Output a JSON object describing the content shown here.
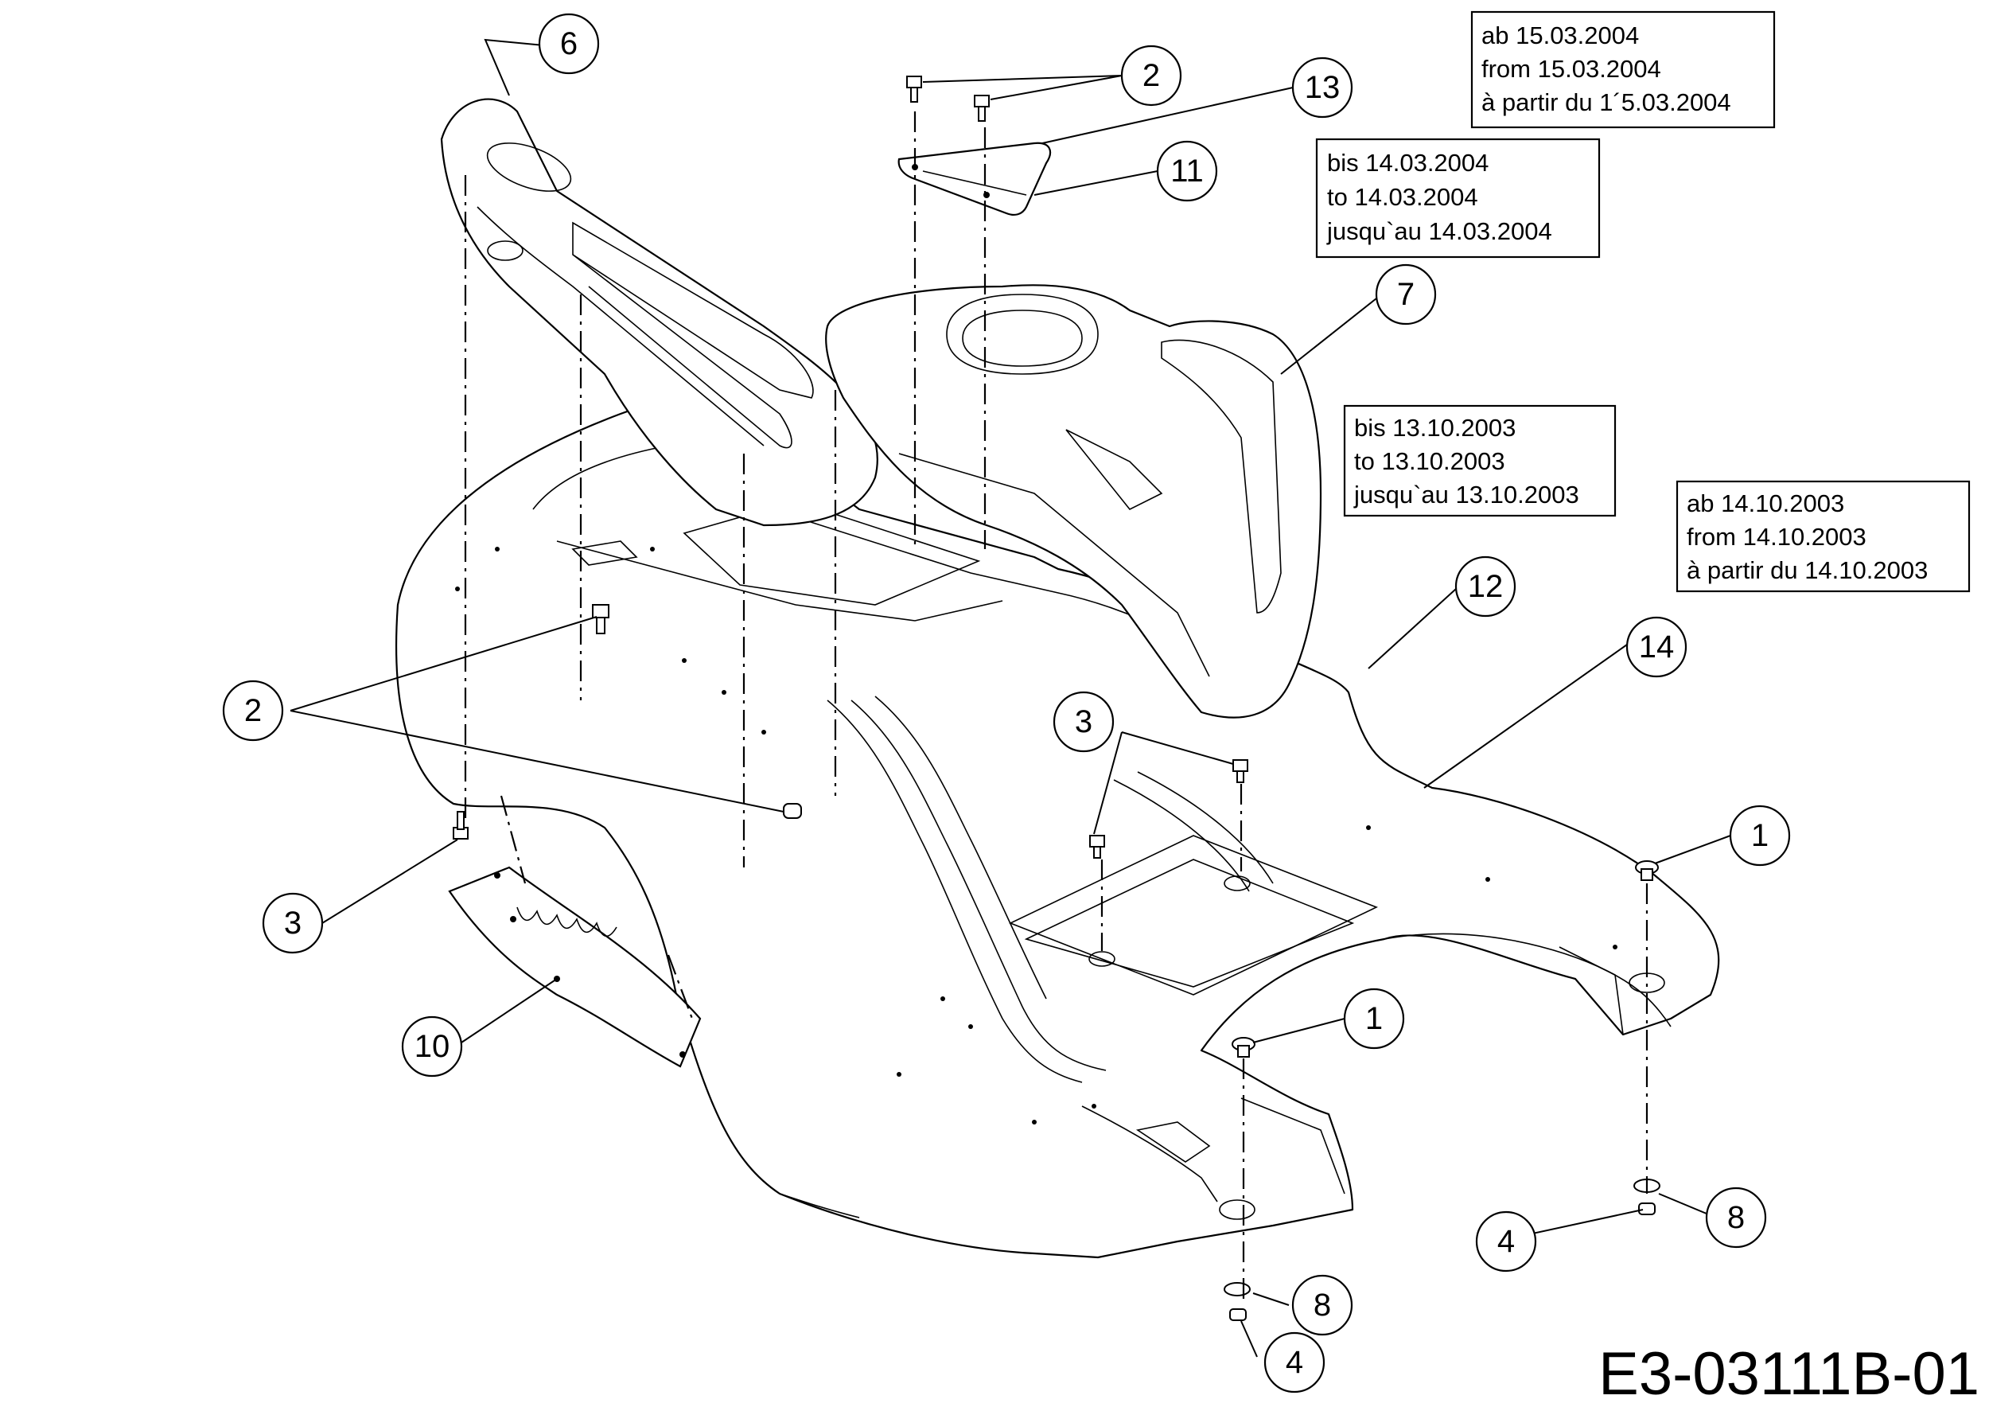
{
  "diagram_id": "E3-03111B-01",
  "callouts": [
    {
      "label": "6",
      "part": "dashboard-console"
    },
    {
      "label": "2",
      "part": "screw-top"
    },
    {
      "label": "13",
      "part": "bracket-new"
    },
    {
      "label": "11",
      "part": "bracket-old"
    },
    {
      "label": "7",
      "part": "fuel-tank-cover"
    },
    {
      "label": "12",
      "part": "body-old"
    },
    {
      "label": "14",
      "part": "body-new"
    },
    {
      "label": "2",
      "part": "screw-left"
    },
    {
      "label": "3",
      "part": "screw-mid"
    },
    {
      "label": "3",
      "part": "screw-left-bottom"
    },
    {
      "label": "1",
      "part": "plug-right"
    },
    {
      "label": "1",
      "part": "plug-center"
    },
    {
      "label": "10",
      "part": "heat-shield"
    },
    {
      "label": "8",
      "part": "washer-right"
    },
    {
      "label": "4",
      "part": "nut-right"
    },
    {
      "label": "8",
      "part": "washer-bottom"
    },
    {
      "label": "4",
      "part": "nut-bottom"
    }
  ],
  "notes": [
    {
      "lines": [
        "ab 15.03.2004",
        "from 15.03.2004",
        "à partir du 1´5.03.2004"
      ]
    },
    {
      "lines": [
        "bis 14.03.2004",
        "to 14.03.2004",
        "jusqu`au 14.03.2004"
      ]
    },
    {
      "lines": [
        "bis 13.10.2003",
        "to 13.10.2003",
        "jusqu`au 13.10.2003"
      ]
    },
    {
      "lines": [
        "ab 14.10.2003",
        "from 14.10.2003",
        "à partir du 14.10.2003"
      ]
    }
  ]
}
